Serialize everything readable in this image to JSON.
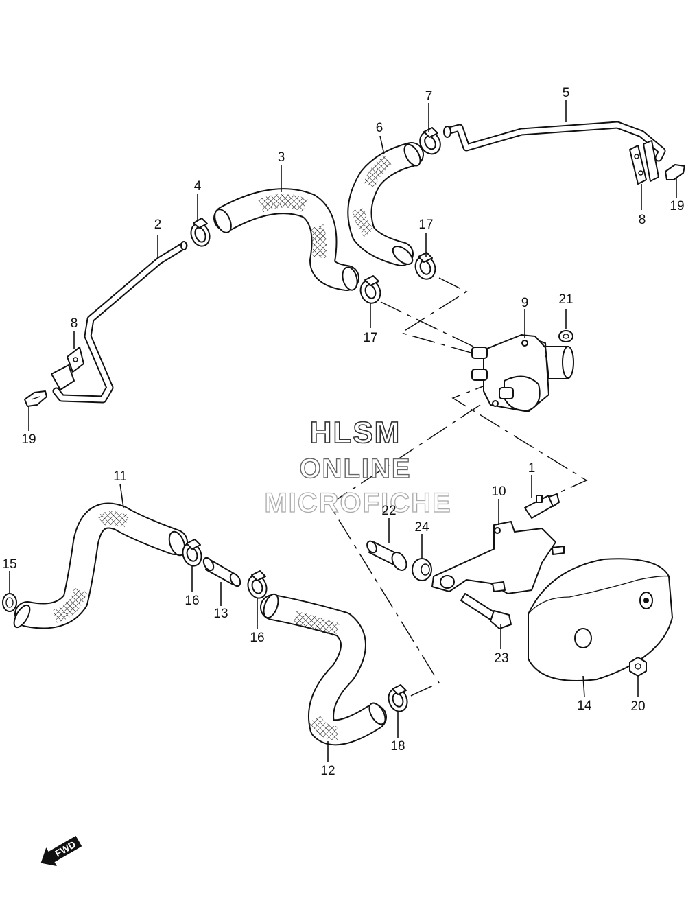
{
  "watermark": {
    "line1": "HLSM",
    "line2": "ONLINE",
    "line3": "MICROFICHE"
  },
  "fwd_label": "FWD",
  "callouts": {
    "c1": "1",
    "c2": "2",
    "c3": "3",
    "c4": "4",
    "c5": "5",
    "c6": "6",
    "c7": "7",
    "c8a": "8",
    "c8b": "8",
    "c9": "9",
    "c10": "10",
    "c11": "11",
    "c12": "12",
    "c13": "13",
    "c14": "14",
    "c15": "15",
    "c16a": "16",
    "c16b": "16",
    "c17a": "17",
    "c17b": "17",
    "c18": "18",
    "c19a": "19",
    "c19b": "19",
    "c20": "20",
    "c21": "21",
    "c22": "22",
    "c23": "23",
    "c24": "24"
  }
}
